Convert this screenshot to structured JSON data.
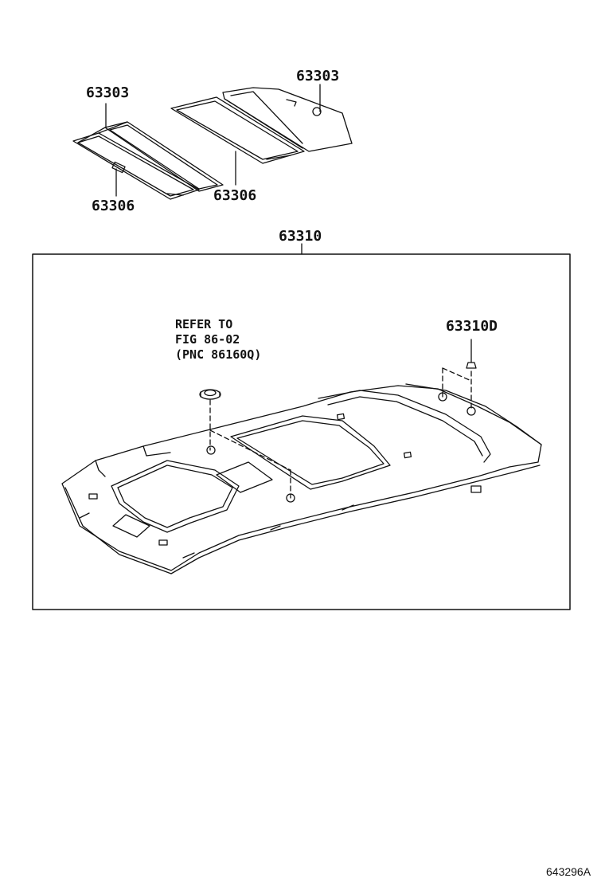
{
  "labels": {
    "sunvisor_left_top": "63303",
    "sunvisor_right_top": "63303",
    "holder_left": "63306",
    "holder_right": "63306",
    "headlining": "63310",
    "clip": "63310D"
  },
  "refer": {
    "line1": "REFER TO",
    "line2": "FIG 86-02",
    "line3": "(PNC 86160Q)"
  },
  "diagram_code": "643296A",
  "colors": {
    "ink": "#111111",
    "background": "#ffffff"
  }
}
